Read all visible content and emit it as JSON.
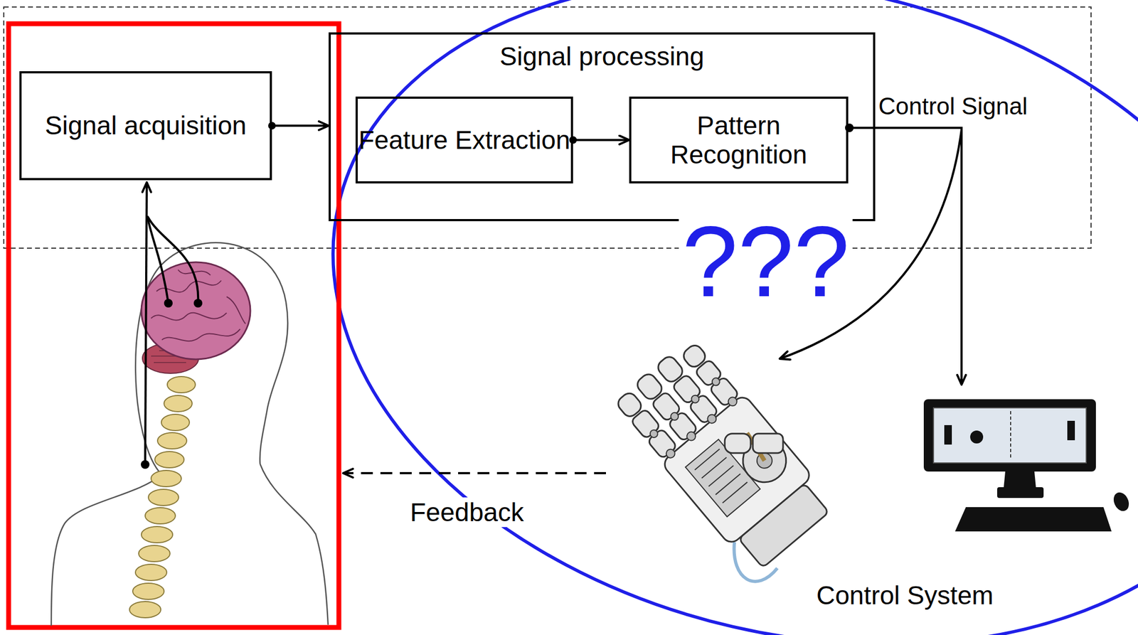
{
  "diagram": {
    "nodes": [
      {
        "text": [
          "Signal acquisition"
        ]
      },
      {
        "text": [
          "Signal processing"
        ]
      },
      {
        "text": [
          "Feature Extraction"
        ],
        "in": 1
      },
      {
        "text": [
          "Pattern Recognition"
        ],
        "in": 1
      }
    ],
    "edges": [
      {
        "from": 0,
        "to": 1,
        "arrow": "to"
      },
      {
        "from": 2,
        "to": 3,
        "arrow": "to"
      }
    ],
    "labels": [
      "Control Signal",
      "???",
      "Feedback",
      "Control System"
    ]
  }
}
